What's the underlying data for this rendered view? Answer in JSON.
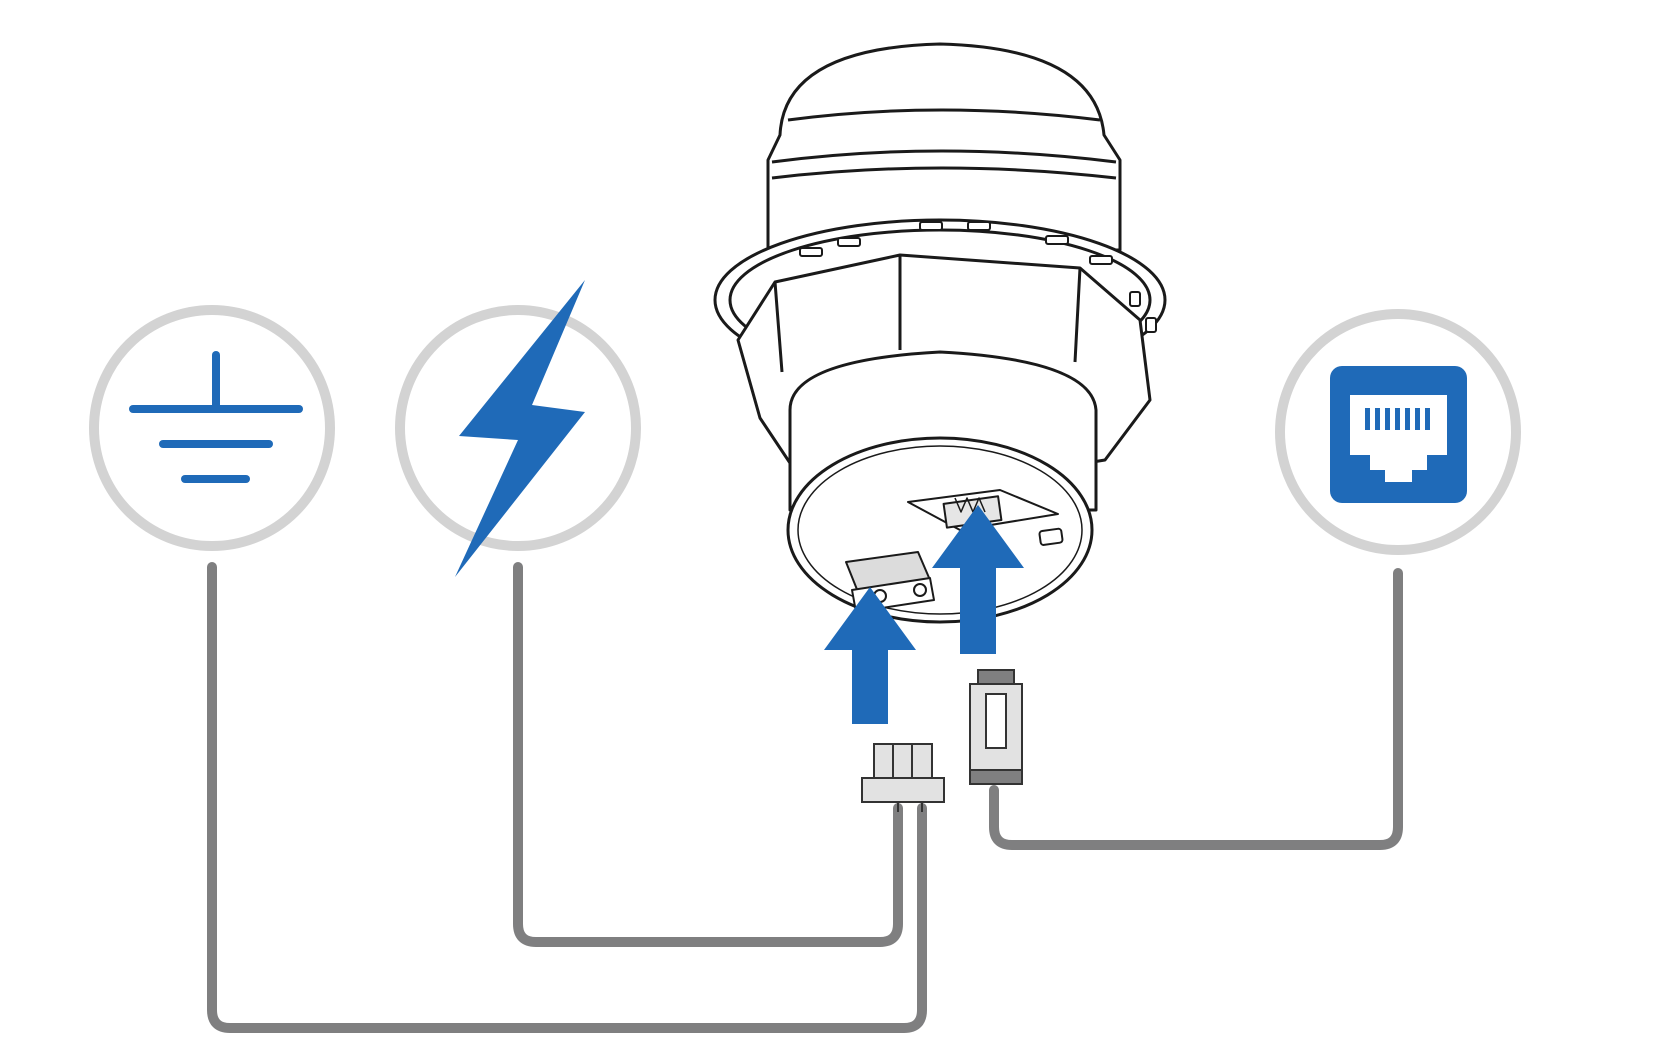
{
  "colors": {
    "accent_blue": "#1f6ab8",
    "circle_gray": "#d3d3d3",
    "cable_gray": "#7f7f80",
    "outline": "#1a1a1a",
    "background": "#ffffff"
  },
  "icons": {
    "ground": "ground-symbol-icon",
    "power": "lightning-bolt-icon",
    "ethernet": "rj45-port-icon"
  },
  "device": {
    "kind": "cylindrical-mount-device",
    "ports": [
      "power-connector-port",
      "ethernet-port"
    ]
  },
  "connectors": [
    "power-plug-connector",
    "rj45-plug-connector"
  ]
}
